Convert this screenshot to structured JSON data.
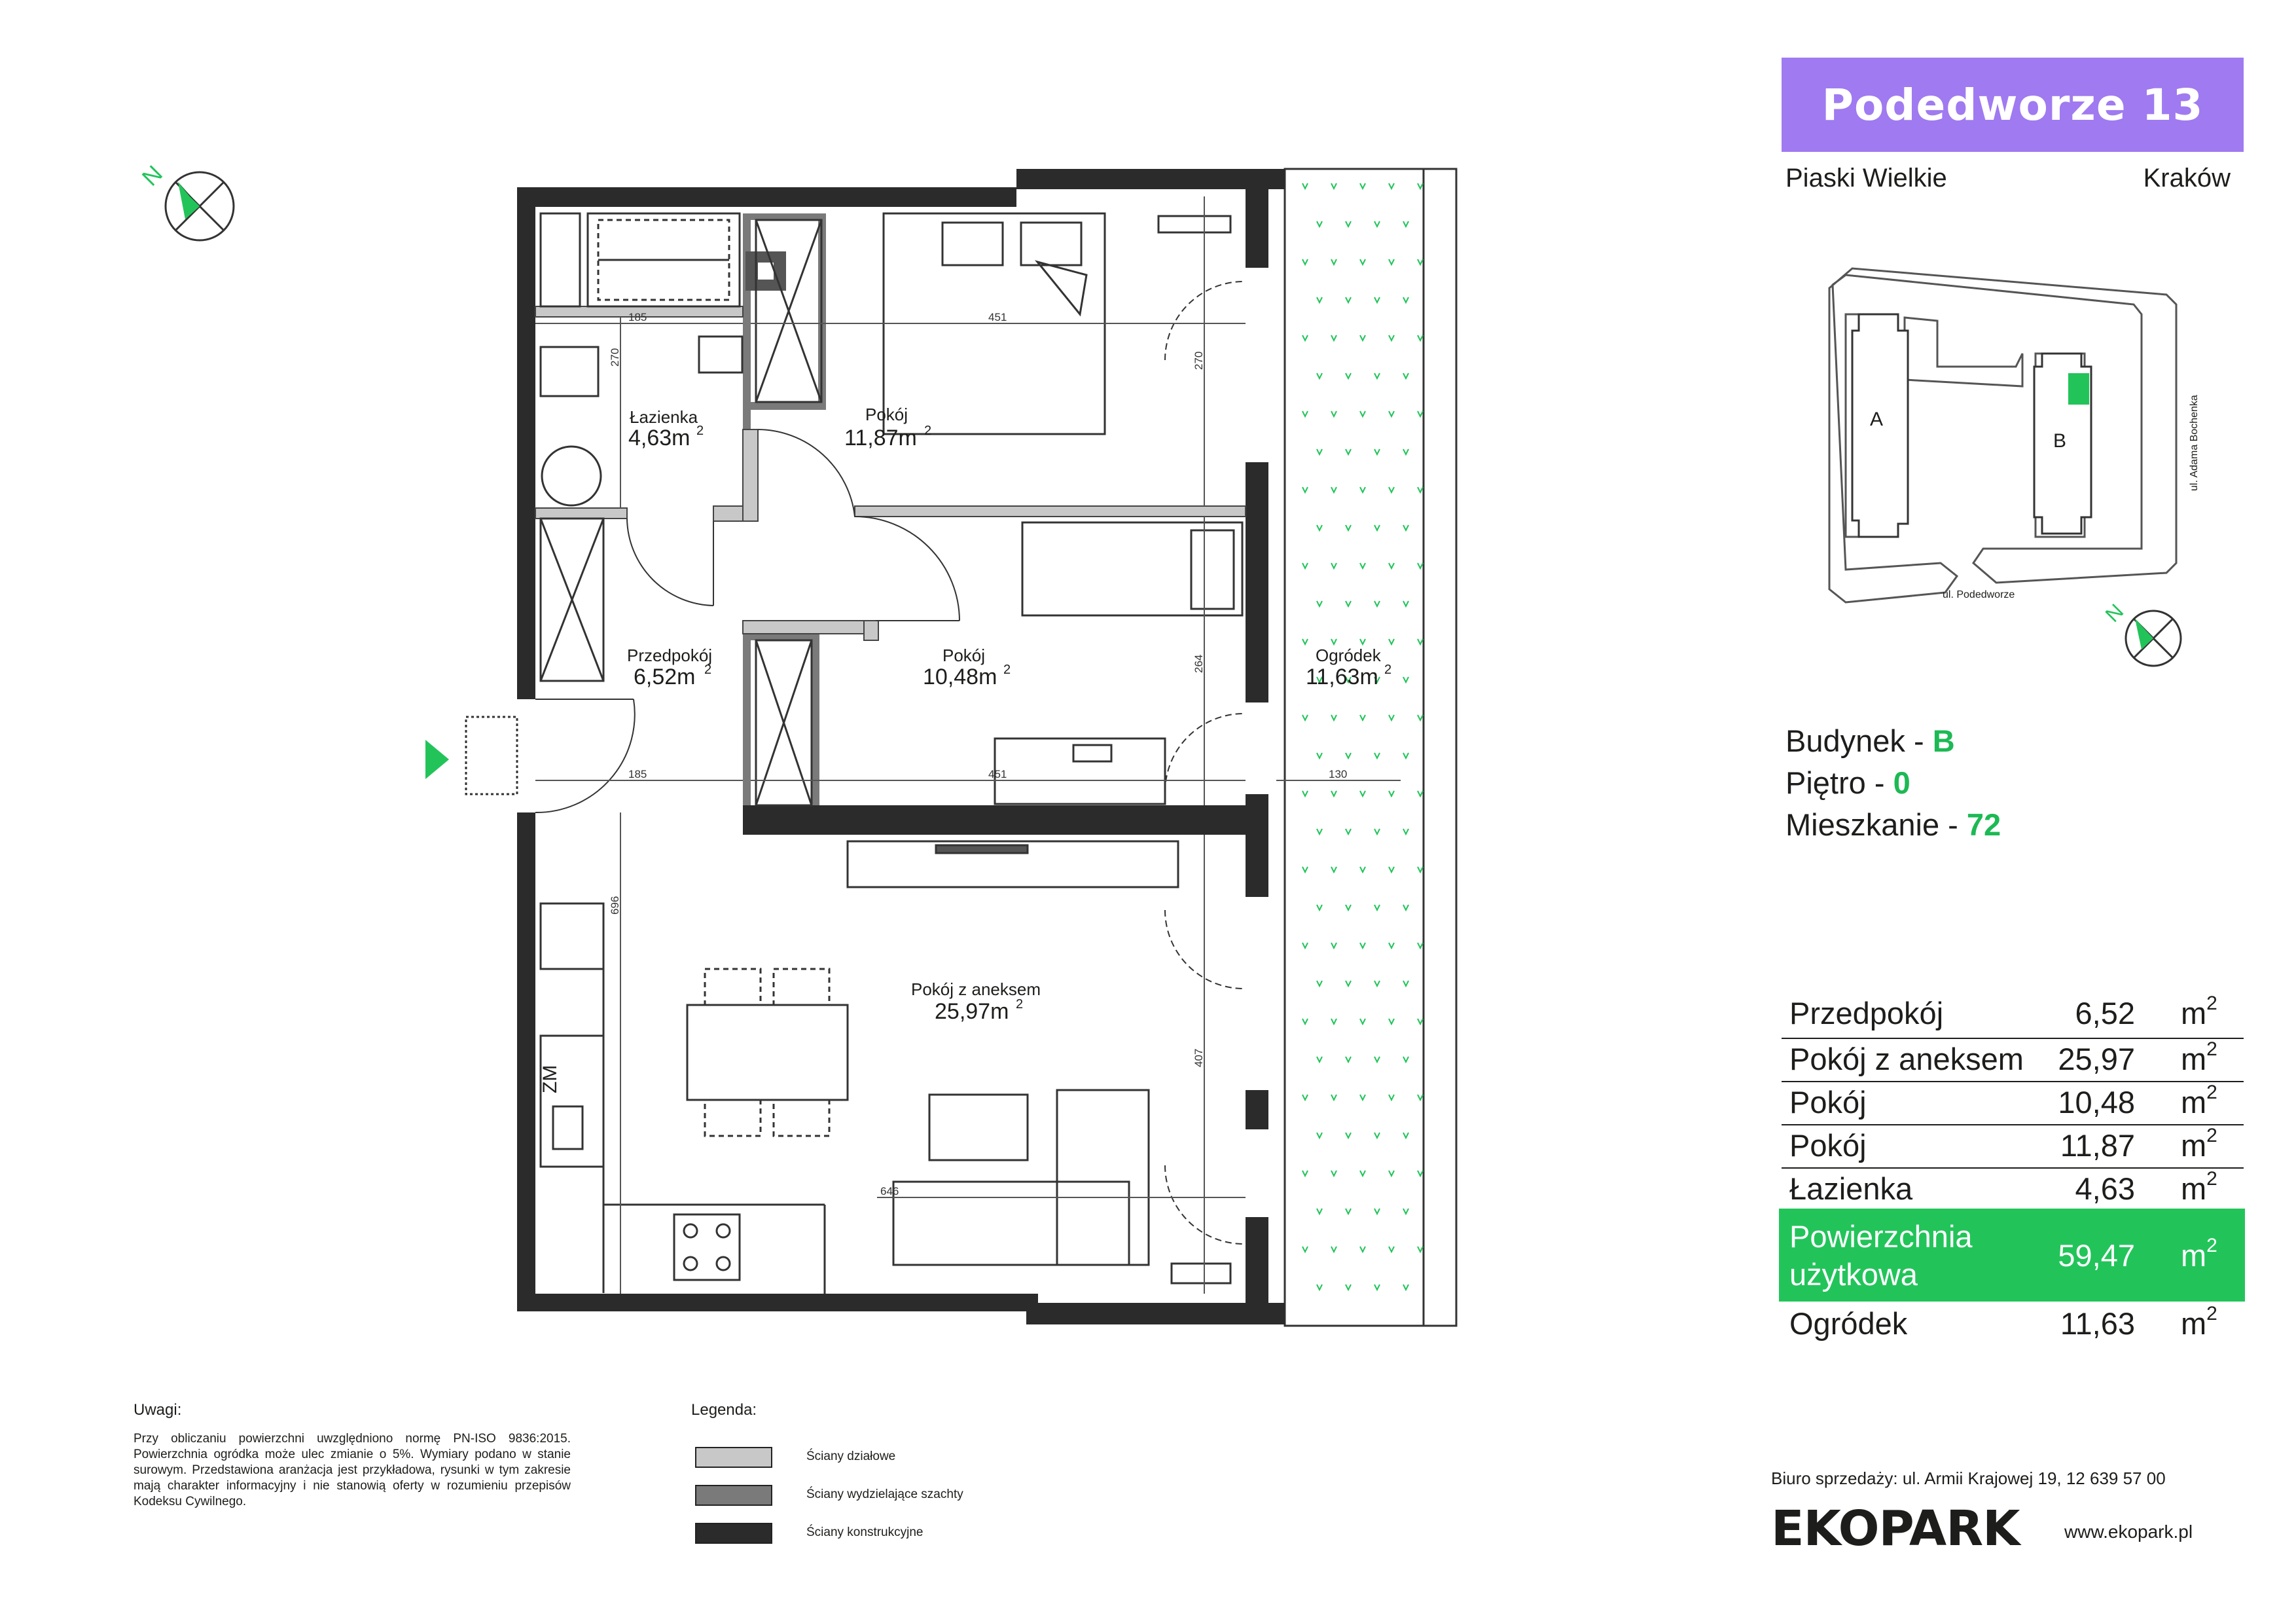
{
  "header": {
    "title": "Podedworze 13",
    "district": "Piaski Wielkie",
    "city": "Kraków"
  },
  "site_map": {
    "building_a": "A",
    "building_b": "B",
    "street_side": "ul. Adama Bochenka",
    "street_bottom": "ul. Podedworze"
  },
  "unit": {
    "building_label": "Budynek -",
    "building": "B",
    "floor_label": "Piętro -",
    "floor": "0",
    "flat_label": "Mieszkanie -",
    "flat": "72"
  },
  "areas": [
    {
      "name": "Przedpokój",
      "value": "6,52",
      "unit": "m",
      "exp": "2"
    },
    {
      "name": "Pokój z aneksem",
      "value": "25,97",
      "unit": "m",
      "exp": "2"
    },
    {
      "name": "Pokój",
      "value": "10,48",
      "unit": "m",
      "exp": "2"
    },
    {
      "name": "Pokój",
      "value": "11,87",
      "unit": "m",
      "exp": "2"
    },
    {
      "name": "Łazienka",
      "value": "4,63",
      "unit": "m",
      "exp": "2"
    }
  ],
  "total": {
    "line1": "Powierzchnia",
    "line2": "użytkowa",
    "value": "59,47",
    "unit": "m",
    "exp": "2"
  },
  "garden": {
    "name": "Ogródek",
    "value": "11,63",
    "unit": "m",
    "exp": "2"
  },
  "plan": {
    "rooms": [
      {
        "name": "Pokój",
        "area": "11,87m",
        "exp": "2"
      },
      {
        "name": "Łazienka",
        "area": "4,63m",
        "exp": "2"
      },
      {
        "name": "Przedpokój",
        "area": "6,52m",
        "exp": "2"
      },
      {
        "name": "Pokój",
        "area": "10,48m",
        "exp": "2"
      },
      {
        "name": "Ogródek",
        "area": "11,63m",
        "exp": "2"
      },
      {
        "name": "Pokój z aneksem",
        "area": "25,97m",
        "exp": "2"
      }
    ],
    "dims": [
      "185",
      "451",
      "270",
      "270",
      "185",
      "451",
      "130",
      "264",
      "696",
      "407",
      "646"
    ],
    "fridge_label": "ZM"
  },
  "notes": {
    "title": "Uwagi:",
    "text": "Przy obliczaniu powierzchni uwzględniono normę PN-ISO 9836:2015. Powierzchnia ogródka może ulec zmianie o 5%. Wymiary podano w stanie surowym. Przedstawiona aranżacja jest przykładowa, rysunki w tym zakresie mają charakter informacyjny i nie stanowią oferty w rozumieniu przepisów Kodeksu Cywilnego."
  },
  "legend": {
    "title": "Legenda:",
    "items": [
      {
        "label": "Ściany działowe",
        "color": "#c8c8c8"
      },
      {
        "label": "Ściany wydzielające szachty",
        "color": "#7a7a7a"
      },
      {
        "label": "Ściany konstrukcyjne",
        "color": "#2b2b2b"
      }
    ]
  },
  "footer": {
    "office": "Biuro sprzedaży: ul. Armii Krajowej 19, 12 639 57 00",
    "logo": "EKOPARK",
    "website": "www.ekopark.pl"
  },
  "colors": {
    "accent_purple": "#a07af0",
    "accent_green": "#22c45a",
    "wall_dark": "#2b2b2b",
    "wall_mid": "#7a7a7a",
    "wall_light": "#c8c8c8"
  }
}
